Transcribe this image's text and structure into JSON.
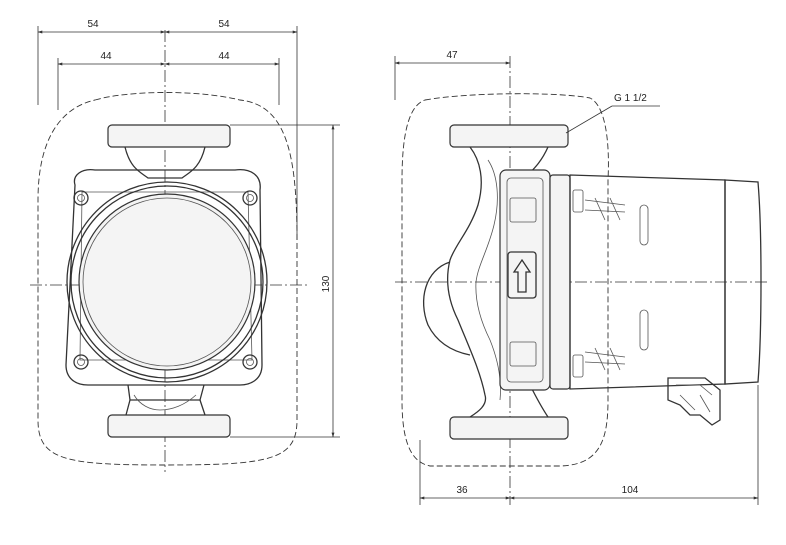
{
  "dimensions": {
    "front_total_left": "54",
    "front_total_right": "54",
    "front_bolt_left": "44",
    "front_bolt_right": "44",
    "front_height": "130",
    "side_top_width": "47",
    "thread_label": "G 1 1/2",
    "side_bottom_left": "36",
    "side_bottom_right": "104"
  },
  "colors": {
    "line": "#333333",
    "background": "#ffffff"
  }
}
